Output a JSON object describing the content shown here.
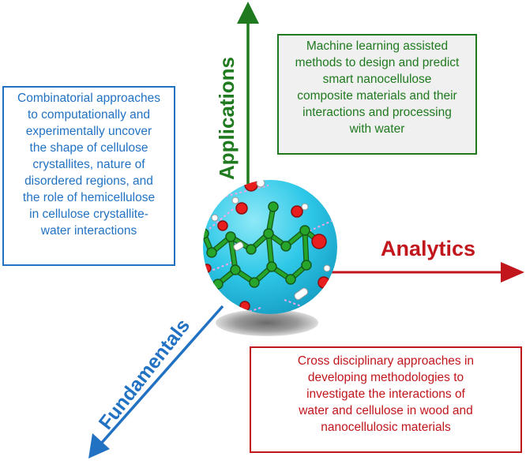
{
  "colors": {
    "applications": "#1f7a1f",
    "analytics": "#c0161c",
    "fundamentals": "#2272c3",
    "box_fill": "#f0f0f0",
    "sphere_bg": "#2fc8e8",
    "atom_carbon": "#27a52b",
    "atom_oxygen": "#e81d1d",
    "atom_hydrogen": "#ffffff"
  },
  "axes": {
    "applications": {
      "label": "Applications",
      "direction": "up",
      "icon": "arrow-up-icon"
    },
    "analytics": {
      "label": "Analytics",
      "direction": "right",
      "icon": "arrow-right-icon"
    },
    "fundamentals": {
      "label": "Fundamentals",
      "direction": "down-left",
      "icon": "arrow-down-left-icon"
    }
  },
  "center": {
    "icon": "cellulose-molecule-sphere"
  },
  "boxes": {
    "applications": {
      "lines": [
        "Machine learning assisted",
        "methods to design and predict",
        "smart nanocellulose",
        "composite materials and their",
        "interactions and processing",
        "with water"
      ]
    },
    "fundamentals": {
      "lines": [
        "Combinatorial approaches",
        "to computationally and",
        "experimentally uncover",
        "the shape of cellulose",
        "crystallites, nature of",
        "disordered regions, and",
        "the role of hemicellulose",
        "in cellulose crystallite-",
        "water interactions"
      ]
    },
    "analytics": {
      "lines": [
        "Cross disciplinary approaches in",
        "developing methodologies to",
        "investigate the interactions of",
        "water and cellulose in wood and",
        "nanocellulosic materials"
      ]
    }
  }
}
